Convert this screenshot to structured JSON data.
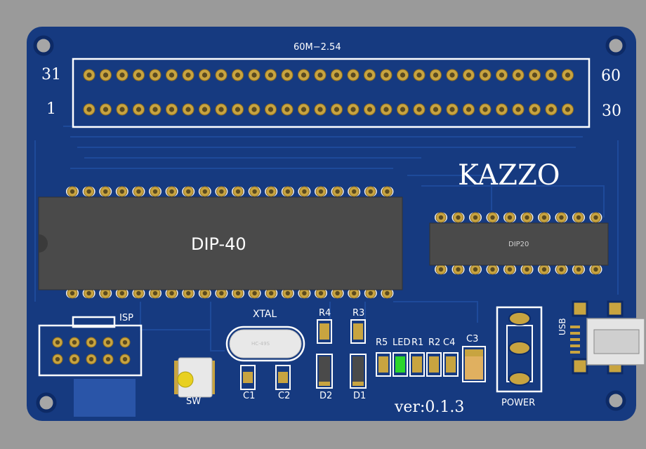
{
  "header": {
    "connector_label": "60M−2.54"
  },
  "pin_labels": {
    "top_left": "31",
    "bottom_left": "1",
    "top_right": "60",
    "bottom_right": "30"
  },
  "brand": "KAZZO",
  "chips": {
    "dip40": "DIP-40",
    "dip20": "DIP20"
  },
  "components": {
    "isp": "ISP",
    "xtal": "XTAL",
    "xtal_marking": "HC-49S",
    "sw": "SW",
    "c1": "C1",
    "c2": "C2",
    "r4": "R4",
    "r3": "R3",
    "d2": "D2",
    "d1": "D1",
    "r5": "R5",
    "led": "LED",
    "r1": "R1",
    "r2": "R2",
    "c4": "C4",
    "c3": "C3",
    "power": "POWER",
    "usb": "USB"
  },
  "version": "ver:0.1.3",
  "colors": {
    "pcb": "#163a80",
    "pad": "#c8a440",
    "silk": "#ffffff",
    "chip": "#4a4a4a",
    "led": "#2bd62b"
  }
}
